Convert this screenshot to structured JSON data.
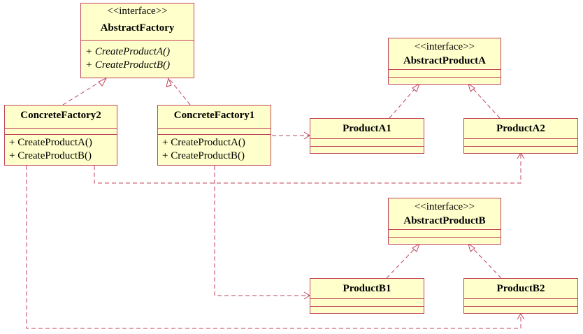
{
  "colors": {
    "border": "#c0425a",
    "fill": "#ffffcc",
    "dependency_line": "#c0425a"
  },
  "classes": {
    "abstract_factory": {
      "stereotype": "<<interface>>",
      "name": "AbstractFactory",
      "operations": [
        "+ CreateProductA()",
        "+ CreateProductB()"
      ]
    },
    "concrete_factory2": {
      "name": "ConcreteFactory2",
      "operations": [
        "+ CreateProductA()",
        "+ CreateProductB()"
      ]
    },
    "concrete_factory1": {
      "name": "ConcreteFactory1",
      "operations": [
        "+ CreateProductA()",
        "+ CreateProductB()"
      ]
    },
    "abstract_product_a": {
      "stereotype": "<<interface>>",
      "name": "AbstractProductA"
    },
    "product_a1": {
      "name": "ProductA1"
    },
    "product_a2": {
      "name": "ProductA2"
    },
    "abstract_product_b": {
      "stereotype": "<<interface>>",
      "name": "AbstractProductB"
    },
    "product_b1": {
      "name": "ProductB1"
    },
    "product_b2": {
      "name": "ProductB2"
    }
  },
  "relationships": [
    {
      "type": "realization",
      "from": "ConcreteFactory2",
      "to": "AbstractFactory"
    },
    {
      "type": "realization",
      "from": "ConcreteFactory1",
      "to": "AbstractFactory"
    },
    {
      "type": "realization",
      "from": "ProductA1",
      "to": "AbstractProductA"
    },
    {
      "type": "realization",
      "from": "ProductA2",
      "to": "AbstractProductA"
    },
    {
      "type": "realization",
      "from": "ProductB1",
      "to": "AbstractProductB"
    },
    {
      "type": "realization",
      "from": "ProductB2",
      "to": "AbstractProductB"
    },
    {
      "type": "dependency",
      "from": "ConcreteFactory1",
      "to": "ProductA1"
    },
    {
      "type": "dependency",
      "from": "ConcreteFactory1",
      "to": "ProductB1"
    },
    {
      "type": "dependency",
      "from": "ConcreteFactory2",
      "to": "ProductA2"
    },
    {
      "type": "dependency",
      "from": "ConcreteFactory2",
      "to": "ProductB2"
    }
  ]
}
